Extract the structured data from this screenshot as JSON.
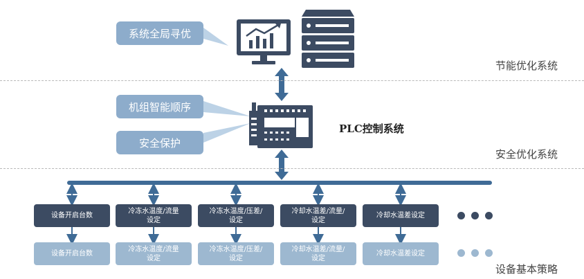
{
  "callouts": {
    "global_optimization": "系统全局寻优",
    "unit_sequence": "机组智能顺序",
    "safety_protection": "安全保护"
  },
  "tiers": {
    "energy": "节能优化系统",
    "safety": "安全优化系统",
    "strategy": "设备基本策略"
  },
  "plc_label": "PLC控制系统",
  "strategy_boxes": [
    "设备开启台数",
    "冷冻水温度/流量\n设定",
    "冷冻水温度/压差/\n设定",
    "冷却水温差/流量/\n设定",
    "冷却水温差设定"
  ],
  "colors": {
    "callout": "#8daccb",
    "dark_box": "#3c4b62",
    "light_box": "#9db8d0",
    "connector": "#3f6b96"
  },
  "icons": [
    "monitor-chart-icon",
    "server-rack-icon",
    "plc-controller-icon"
  ]
}
